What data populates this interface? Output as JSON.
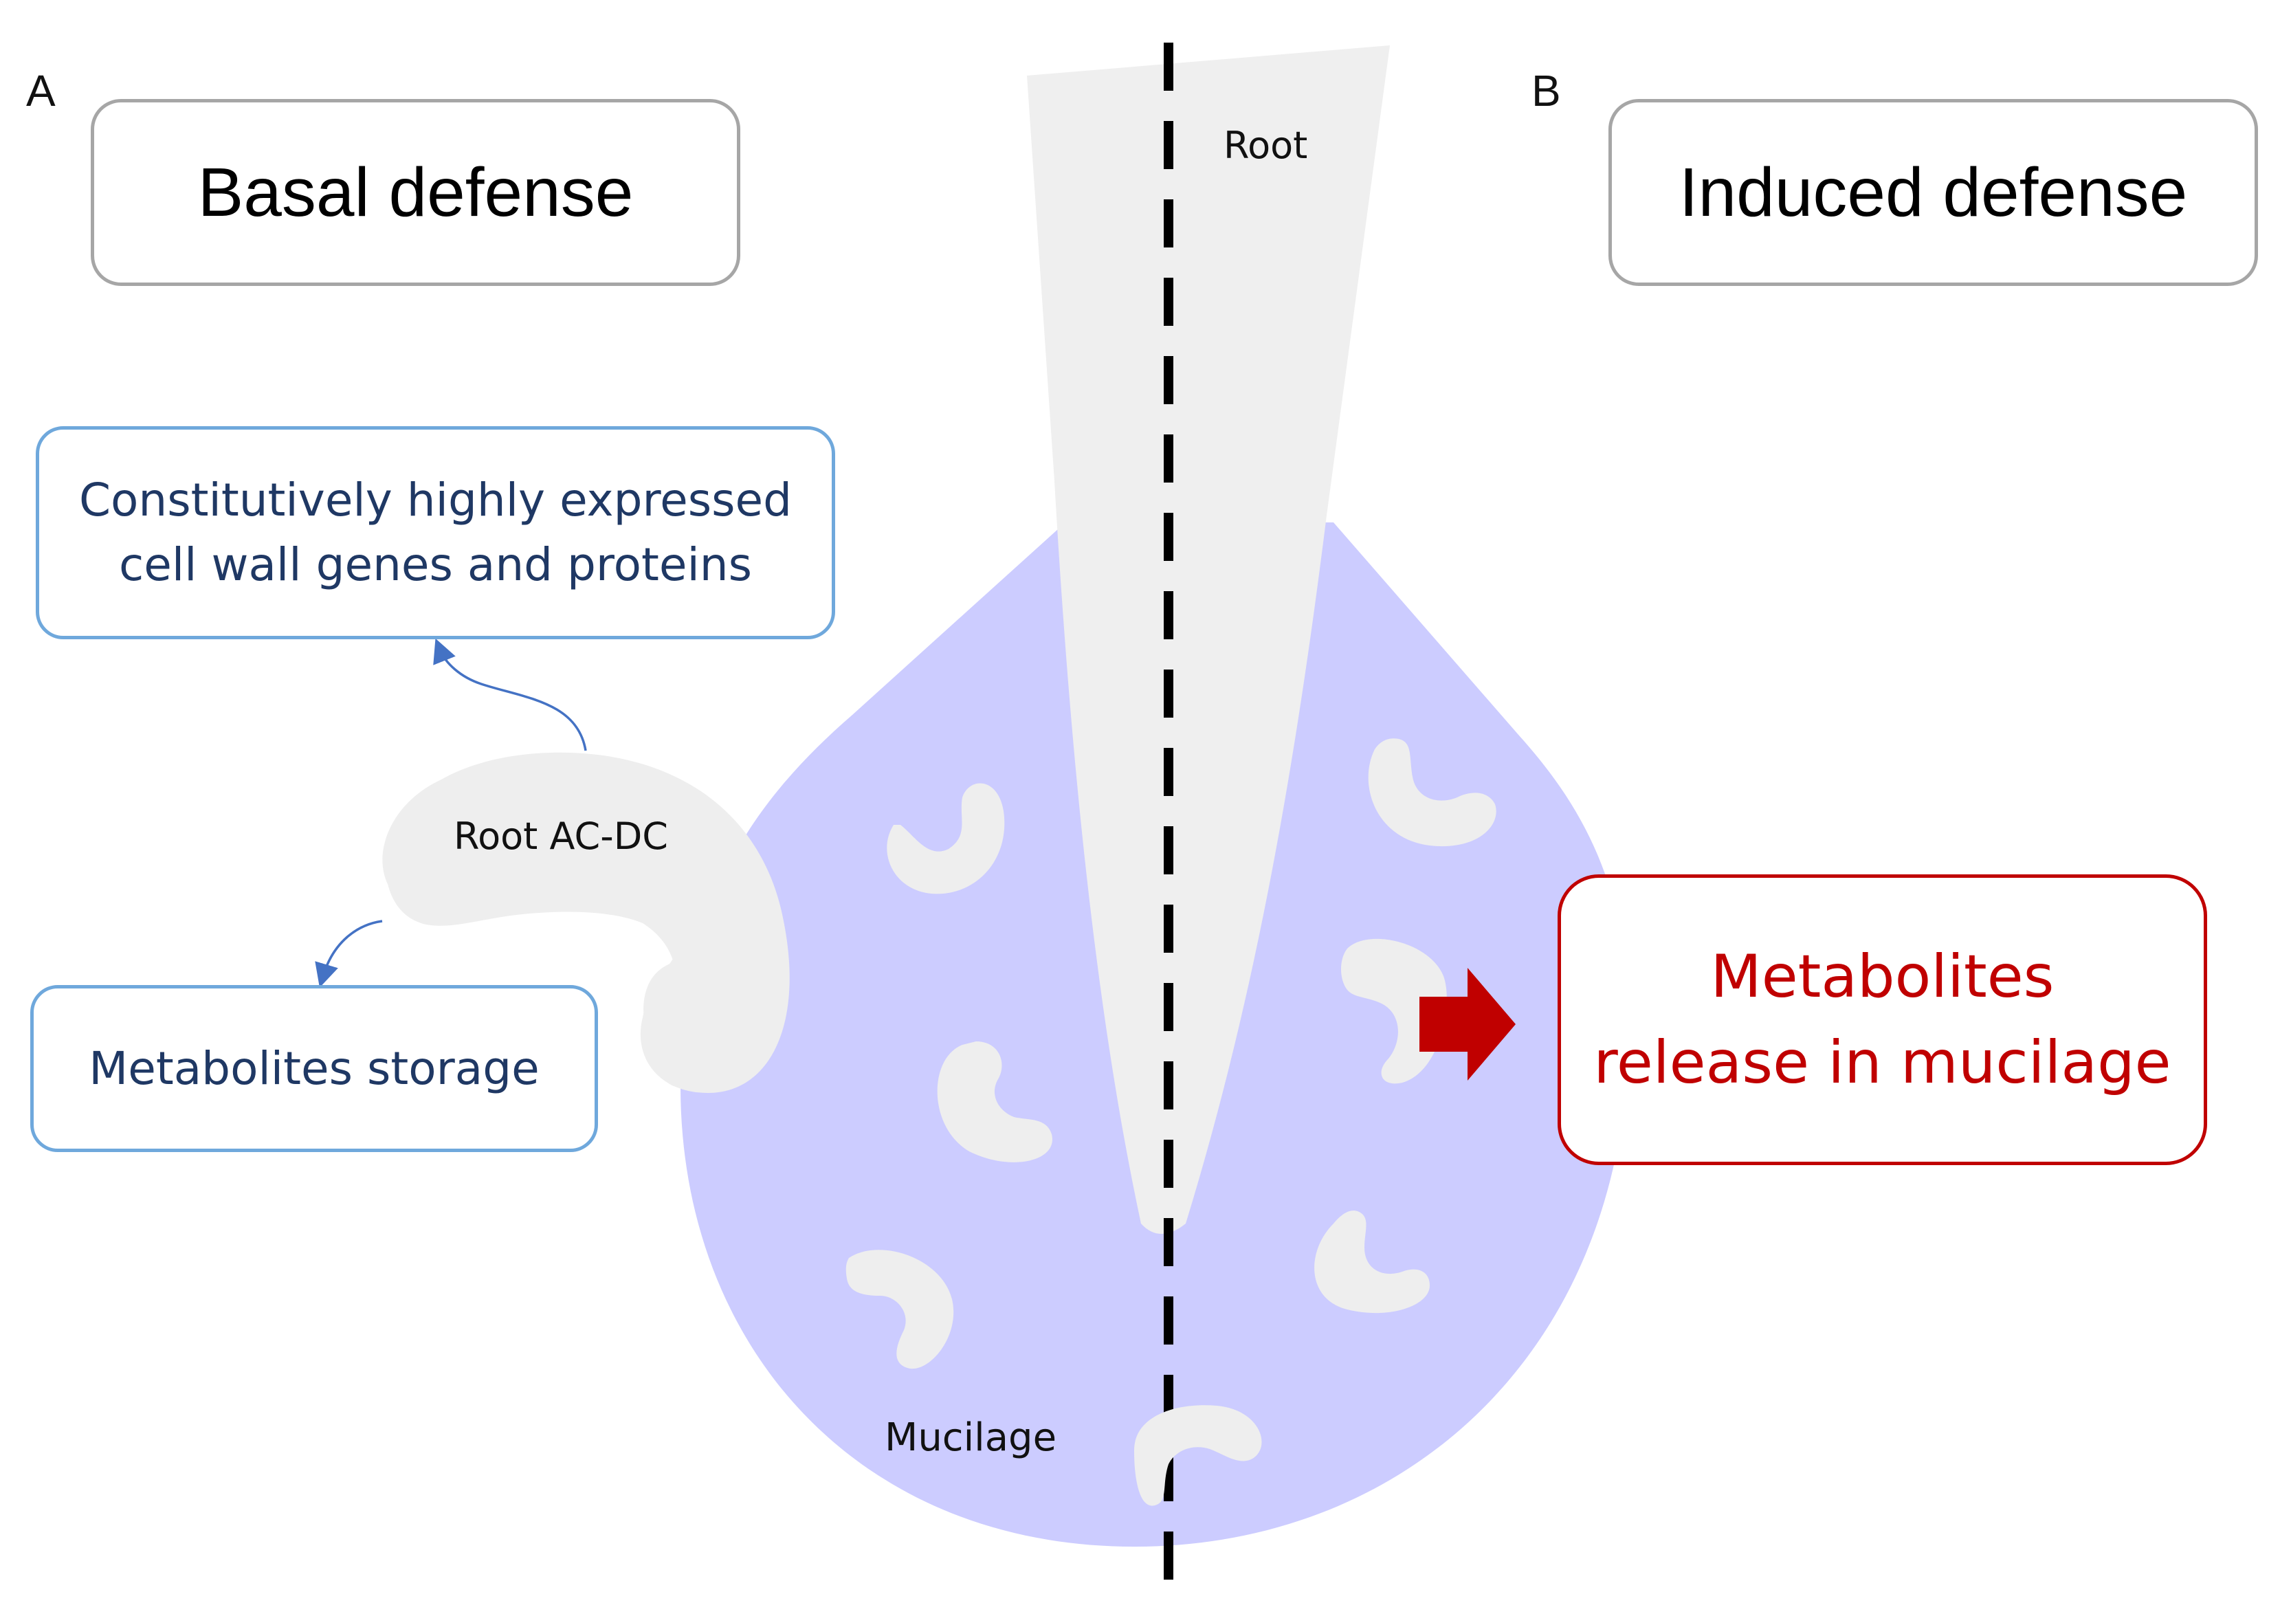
{
  "panels": {
    "a": {
      "letter": "A",
      "title": "Basal defense",
      "boxes": {
        "cell_wall": {
          "line1": "Constitutively highly expressed",
          "line2": "cell wall genes and proteins"
        },
        "storage": {
          "text": "Metabolites storage"
        }
      }
    },
    "b": {
      "letter": "B",
      "title": "Induced defense",
      "release": {
        "line1": "Metabolites",
        "line2": "release in mucilage"
      }
    }
  },
  "labels": {
    "root": "Root",
    "root_acdc": "Root AC-DC",
    "mucilage": "Mucilage"
  },
  "colors": {
    "mucilage_fill": "#ccccff",
    "root_fill": "#efefef",
    "cell_fill": "#eeeeee",
    "blue_border": "#6fa8dc",
    "blue_text": "#1f3864",
    "red": "#c00000",
    "arrow_blue": "#4472c4",
    "grey_border": "#a6a6a6"
  },
  "icons": {
    "dashed_axis": "dashed-divider-line",
    "red_arrow": "right-arrow-icon",
    "curved_arrow": "curved-arrow-icon",
    "cell": "kidney-cell-shape"
  }
}
